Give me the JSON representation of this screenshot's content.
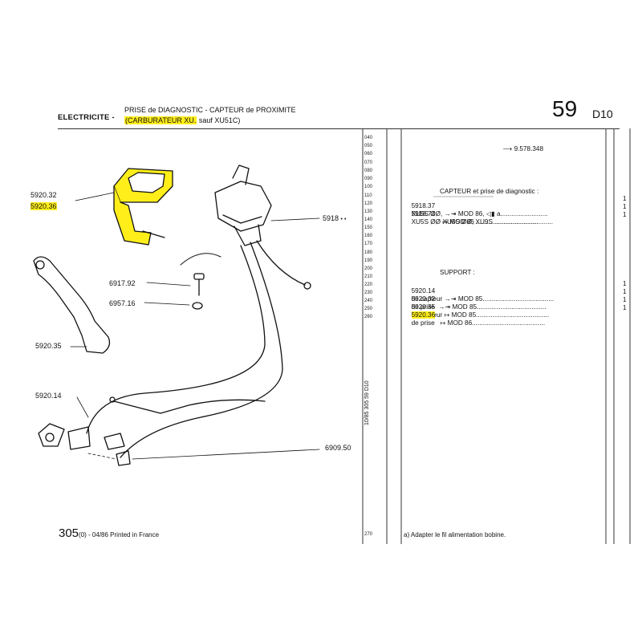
{
  "header": {
    "section": "ELECTRICITE -",
    "title_line1": "PRISE de DIAGNOSTIC - CAPTEUR de PROXIMITE",
    "title_line2_hl": "(CARBURATEUR XU.",
    "title_line2_rest": "sauf XU51C)",
    "page_number": "59",
    "page_sub": "D10"
  },
  "row_numbers": [
    "040",
    "050",
    "060",
    "070",
    "080",
    "090",
    "100",
    "110",
    "120",
    "130",
    "140",
    "150",
    "160",
    "170",
    "180",
    "190",
    "200",
    "210",
    "220",
    "230",
    "240",
    "250",
    "260",
    "270"
  ],
  "diagram_refs": {
    "r1": "5920.32",
    "r2": "5920.36",
    "r3": "5918",
    "r3_suffix": "• •",
    "r4": "6917.92",
    "r5": "6957.16",
    "r6": "5920.35",
    "r7": "5920.14",
    "r8": "6909.50"
  },
  "parts_list": {
    "top_ref": "9.578.348",
    "sensor_heading": "CAPTEUR et prise de diagnostic :",
    "sensor_rows": [
      {
        "ref": "5918.37",
        "desc": "XU5S ØØ, →⇥ MOD 86, ◁▮ a..........................",
        "qty": "1"
      },
      {
        "ref": "5918.71",
        "desc": "XU5S ØØ ↦ MOD 86 ..................................",
        "qty": "1"
      },
      {
        "ref": "",
        "desc": "XU5S ØØ, XU9S ................................",
        "qty": "1"
      }
    ],
    "support_heading": "SUPPORT :",
    "support_rows": [
      {
        "ref": "5920.14",
        "desc": "de capteur →⇥ MOD 85.......................................",
        "qty": "1"
      },
      {
        "ref": "5920.32",
        "desc": "de prise  →⇥ MOD 85......................................",
        "qty": "1"
      },
      {
        "ref": "5920.35",
        "desc": "de capteur ↦ MOD 85........................................",
        "qty": "1"
      },
      {
        "ref": "5920.36",
        "desc": "de prise   ↦ MOD 86........................................",
        "qty": "1"
      }
    ]
  },
  "footer": {
    "model": "305",
    "model_detail": "(0) - 04/86 Printed in France",
    "note": "a) Adapter le fil alimentation bobine.",
    "row_last": "270",
    "vertical_code": "10/85  305  59 D10"
  },
  "colors": {
    "highlight": "#ffee1a",
    "ink": "#111111"
  }
}
